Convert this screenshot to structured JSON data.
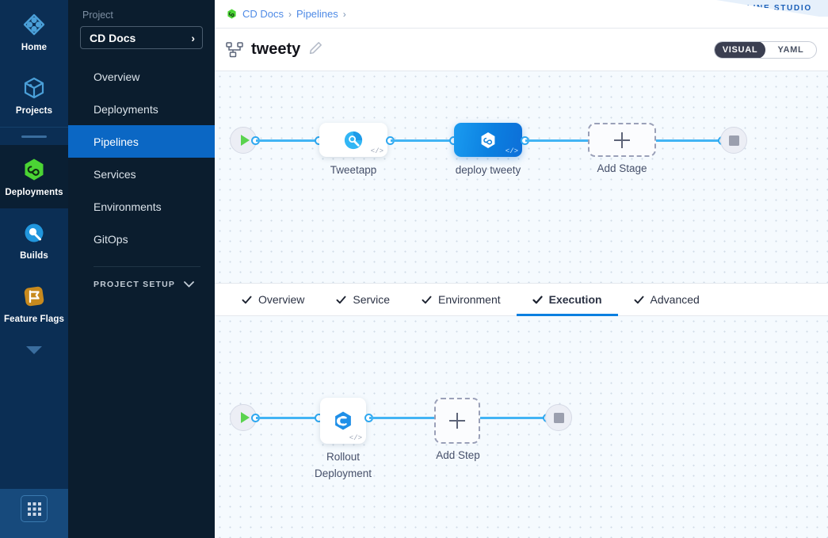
{
  "rail": {
    "items": [
      {
        "label": "Home",
        "icon": "home-diamond-icon",
        "active": false
      },
      {
        "label": "Projects",
        "icon": "cube-icon",
        "active": false
      },
      {
        "label": "Deployments",
        "icon": "deployments-hex-infinity-icon",
        "active": true
      },
      {
        "label": "Builds",
        "icon": "builds-circle-icon",
        "active": false
      },
      {
        "label": "Feature Flags",
        "icon": "feature-flag-icon",
        "active": false
      }
    ],
    "more_caret": "caret-down-icon",
    "app_grid": "app-grid-icon"
  },
  "sidebar": {
    "section_label": "Project",
    "project_name": "CD Docs",
    "project_chevron": "chevron-right-icon",
    "items": [
      {
        "label": "Overview",
        "active": false
      },
      {
        "label": "Deployments",
        "active": false
      },
      {
        "label": "Pipelines",
        "active": true
      },
      {
        "label": "Services",
        "active": false
      },
      {
        "label": "Environments",
        "active": false
      },
      {
        "label": "GitOps",
        "active": false
      }
    ],
    "setup_label": "PROJECT SETUP",
    "setup_chevron": "chevron-down-icon"
  },
  "header": {
    "ribbon": "PIPELINE STUDIO",
    "breadcrumbs": [
      {
        "label": "CD Docs",
        "sep": "›"
      },
      {
        "label": "Pipelines",
        "sep": "›"
      }
    ],
    "pipeline_icon": "pipeline-hierarchy-icon",
    "pipeline_name": "tweety",
    "edit_icon": "pencil-edit-icon",
    "view_toggle": {
      "visual": "VISUAL",
      "yaml": "YAML",
      "selected": "VISUAL"
    }
  },
  "stage_canvas": {
    "start_node": "start-play-node",
    "end_node": "end-stop-node",
    "nodes": [
      {
        "label": "Tweetapp",
        "icon": "build-stage-icon",
        "type": "build",
        "selected": false,
        "code_badge": "</>"
      },
      {
        "label": "deploy tweety",
        "icon": "deploy-stage-icon",
        "type": "deploy",
        "selected": true,
        "code_badge": "</>"
      }
    ],
    "add_stage": {
      "label": "Add Stage",
      "icon": "plus-icon"
    }
  },
  "tabs": [
    {
      "label": "Overview",
      "checked": true,
      "active": false
    },
    {
      "label": "Service",
      "checked": true,
      "active": false
    },
    {
      "label": "Environment",
      "checked": true,
      "active": false
    },
    {
      "label": "Execution",
      "checked": true,
      "active": true
    },
    {
      "label": "Advanced",
      "checked": true,
      "active": false
    }
  ],
  "execution_canvas": {
    "start_node": "start-play-node",
    "end_node": "end-stop-node",
    "steps": [
      {
        "label_line1": "Rollout",
        "label_line2": "Deployment",
        "icon": "rollout-deployment-icon",
        "code_badge": "</>"
      }
    ],
    "add_step": {
      "label": "Add Step",
      "icon": "plus-icon"
    }
  },
  "colors": {
    "accent_blue": "#0b7fe0",
    "wire_blue": "#42b4f4",
    "rail_bg": "#0b2e54",
    "sidebar_bg": "#0b1d2e",
    "active_nav": "#0b67c4",
    "green": "#5ad34e",
    "canvas_bg": "#f5fafe"
  }
}
